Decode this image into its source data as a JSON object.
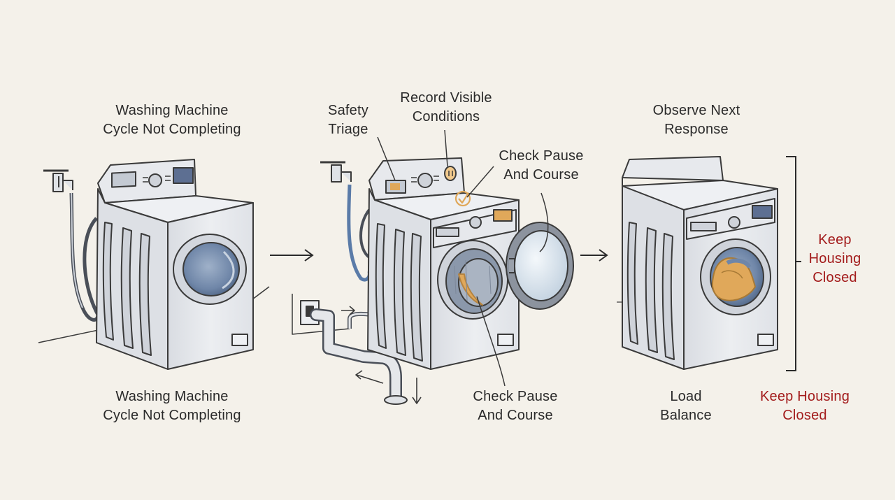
{
  "labels": {
    "panel1_top": [
      "Washing Machine",
      "Cycle Not Completing"
    ],
    "panel1_bottom": [
      "Washing Machine",
      "Cycle Not Completing"
    ],
    "safety_triage": [
      "Safety",
      "Triage"
    ],
    "record_visible": [
      "Record Visible",
      "Conditions"
    ],
    "check_pause_top": [
      "Check Pause",
      "And Course"
    ],
    "check_pause_bottom": [
      "Check Pause",
      "And Course"
    ],
    "observe_next": [
      "Observe Next",
      "Response"
    ],
    "keep_housing_side": [
      "Keep",
      "Housing",
      "Closed"
    ],
    "load_balance": [
      "Load",
      "Balance"
    ],
    "keep_housing_bottom": [
      "Keep Housing",
      "Closed"
    ]
  },
  "colors": {
    "background": "#f4f1ea",
    "ink": "#3a3a3a",
    "machine_body": "#e6e8ec",
    "drum_blue": "#6f86a8",
    "accent_orange": "#e0a85a",
    "warning_red": "#a31c1c"
  }
}
